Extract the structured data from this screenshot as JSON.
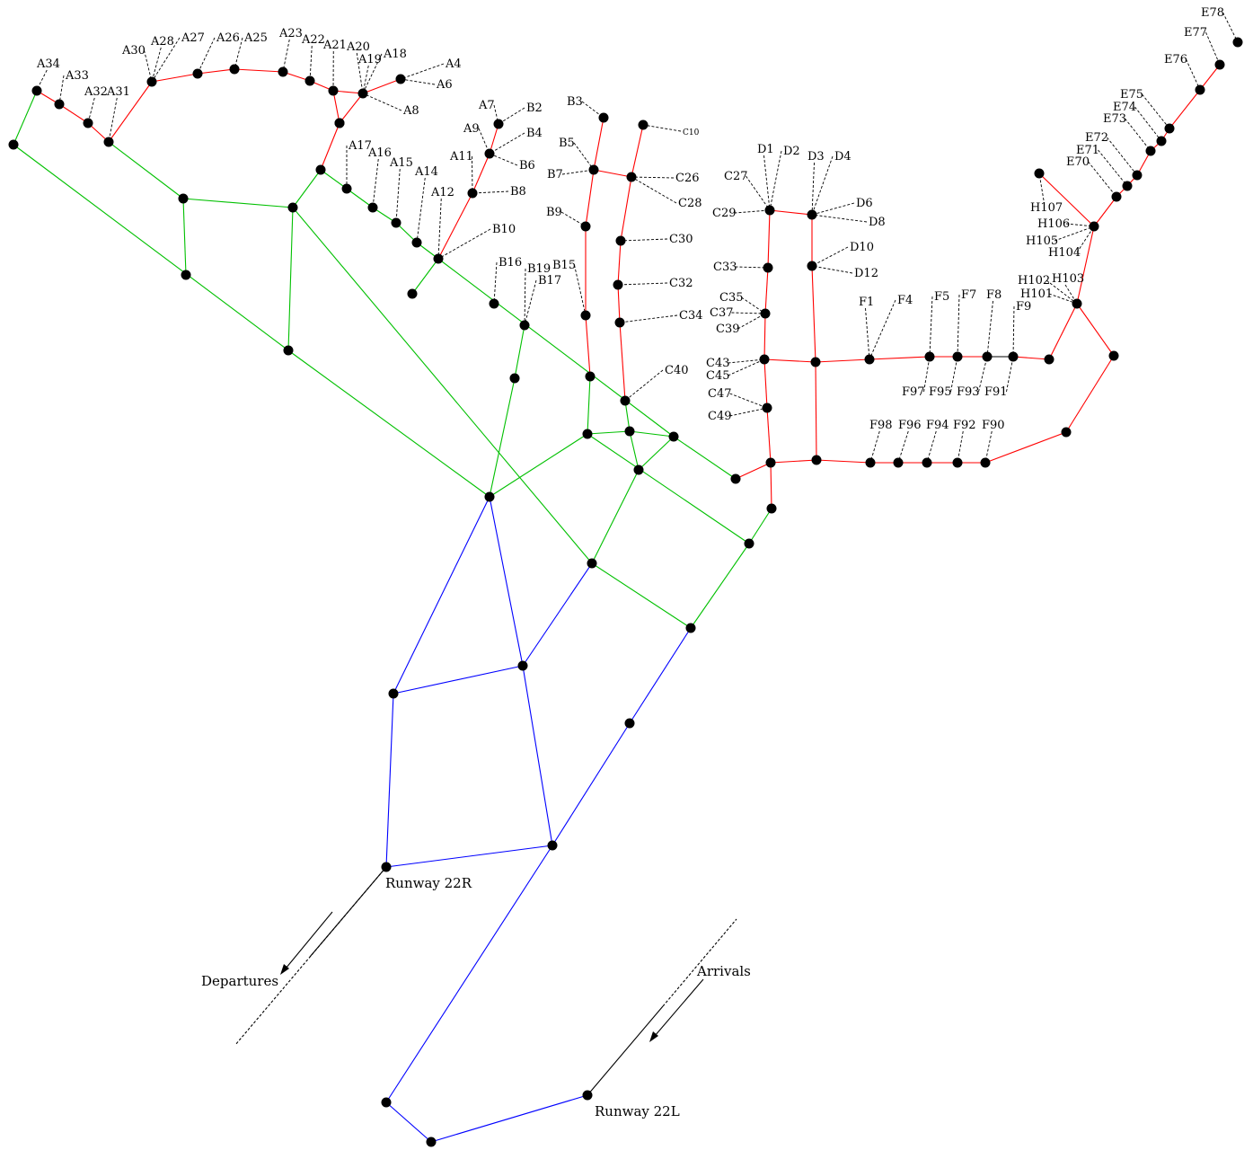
{
  "colors": {
    "gate_taxiway": "#ff0000",
    "apron_taxiway": "#00c000",
    "runway_connector": "#0000ff"
  },
  "runways": {
    "r22r": "Runway 22R",
    "r22l": "Runway 22L"
  },
  "flows": {
    "departures": "Departures",
    "arrivals": "Arrivals"
  },
  "gate_labels": [
    "A34",
    "A33",
    "A32",
    "A31",
    "A30",
    "A28",
    "A27",
    "A26",
    "A25",
    "A23",
    "A22",
    "A21",
    "A20",
    "A19",
    "A18",
    "A4",
    "A6",
    "A8",
    "A17",
    "A16",
    "A15",
    "A14",
    "A12",
    "A11",
    "A9",
    "A7",
    "B2",
    "B4",
    "B6",
    "B8",
    "B3",
    "B5",
    "B7",
    "B9",
    "B10",
    "B16",
    "B19",
    "B17",
    "B15",
    "C10",
    "C26",
    "C28",
    "C30",
    "C32",
    "C34",
    "C40",
    "D1",
    "D2",
    "D3",
    "D4",
    "C27",
    "C29",
    "D6",
    "D8",
    "D10",
    "D12",
    "C33",
    "C35",
    "C37",
    "C39",
    "C43",
    "C45",
    "C47",
    "C49",
    "F1",
    "F4",
    "F5",
    "F7",
    "F8",
    "F9",
    "F97",
    "F95",
    "F93",
    "F91",
    "F98",
    "F96",
    "F94",
    "F92",
    "F90",
    "E78",
    "E77",
    "E76",
    "E75",
    "E74",
    "E73",
    "E72",
    "E71",
    "E70",
    "H107",
    "H106",
    "H105",
    "H104",
    "H102",
    "H103",
    "H101"
  ]
}
